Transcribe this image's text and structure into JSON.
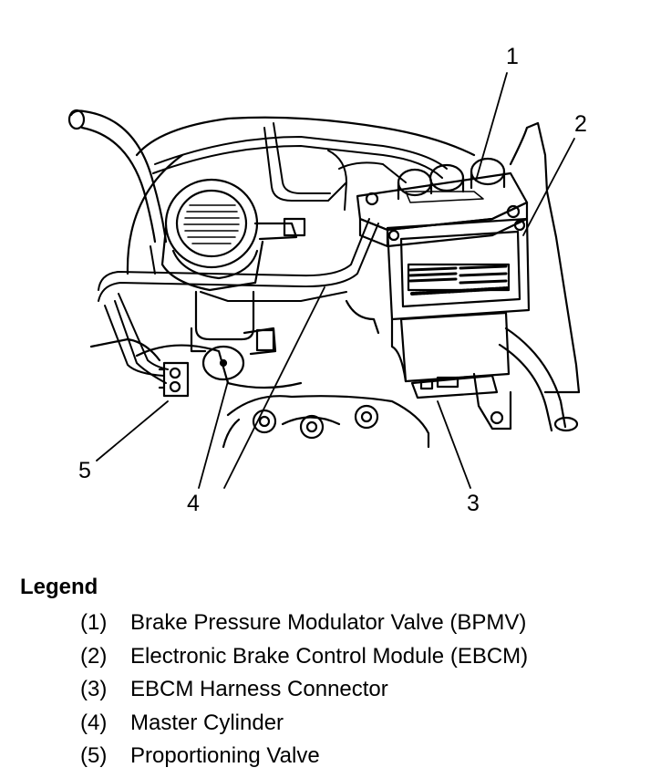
{
  "callouts": [
    {
      "id": 1,
      "label": "1"
    },
    {
      "id": 2,
      "label": "2"
    },
    {
      "id": 3,
      "label": "3"
    },
    {
      "id": 4,
      "label": "4"
    },
    {
      "id": 5,
      "label": "5"
    }
  ],
  "legend": {
    "title": "Legend",
    "items": [
      {
        "num": "(1)",
        "text": "Brake Pressure Modulator Valve (BPMV)"
      },
      {
        "num": "(2)",
        "text": "Electronic Brake Control Module (EBCM)"
      },
      {
        "num": "(3)",
        "text": "EBCM Harness Connector"
      },
      {
        "num": "(4)",
        "text": "Master Cylinder"
      },
      {
        "num": "(5)",
        "text": "Proportioning Valve"
      }
    ]
  }
}
